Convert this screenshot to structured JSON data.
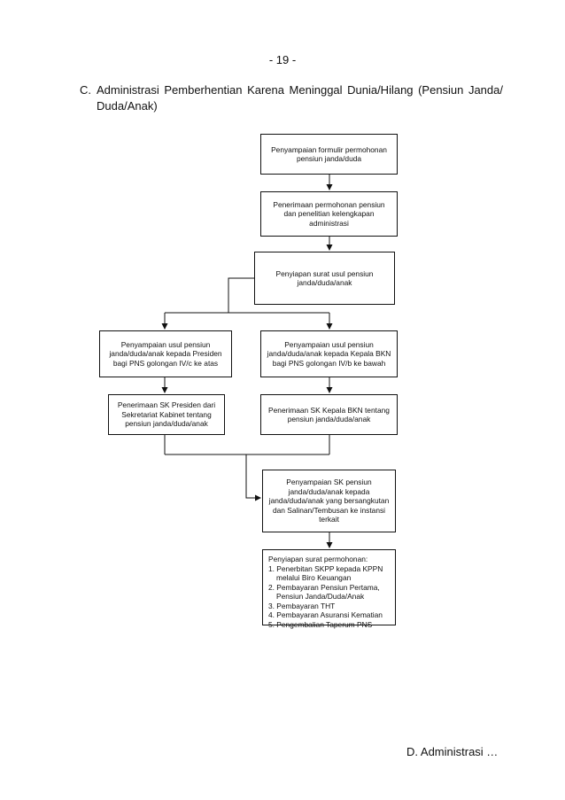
{
  "page_number": "- 19 -",
  "section": {
    "letter": "C.",
    "title": "Administrasi Pemberhentian Karena Meninggal Dunia/Hilang (Pensiun Janda/ Duda/Anak)"
  },
  "flowchart": {
    "step1": "Penyampaian formulir permohonan pensiun janda/duda",
    "step2": "Penerimaan permohonan pensiun dan penelitian kelengkapan administrasi",
    "step3": "Penyiapan surat usul pensiun janda/duda/anak",
    "step4a": "Penyampaian usul pensiun janda/duda/anak kepada Presiden bagi PNS golongan IV/c ke atas",
    "step4b": "Penyampaian usul pensiun janda/duda/anak kepada Kepala BKN bagi PNS golongan IV/b ke bawah",
    "step5a": "Penerimaan SK Presiden dari Sekretariat Kabinet tentang pensiun janda/duda/anak",
    "step5b": "Penerimaan SK Kepala BKN tentang pensiun janda/duda/anak",
    "step6": "Penyampaian SK pensiun janda/duda/anak kepada janda/duda/anak yang bersangkutan dan Salinan/Tembusan ke instansi terkait",
    "step7": {
      "title": "Penyiapan surat permohonan:",
      "items": [
        "1. Penerbitan SKPP kepada KPPN melalui Biro Keuangan",
        "2. Pembayaran Pensiun Pertama, Pensiun Janda/Duda/Anak",
        "3. Pembayaran THT",
        "4. Pembayaran Asuransi Kematian",
        "5. Pengembalian Taperum PNS"
      ]
    }
  },
  "footer": "D. Administrasi …"
}
